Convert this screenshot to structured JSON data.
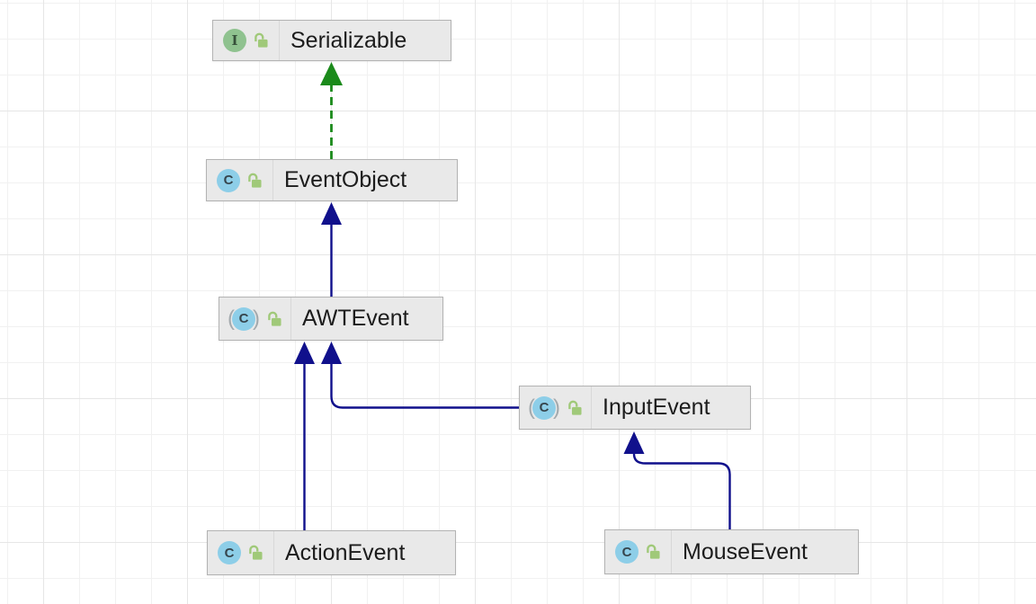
{
  "diagram": {
    "nodes": [
      {
        "id": "Serializable",
        "label": "Serializable",
        "kind": "interface",
        "type_icon": "interface-icon",
        "visibility_icon": "unlocked-icon"
      },
      {
        "id": "EventObject",
        "label": "EventObject",
        "kind": "class",
        "type_icon": "class-icon",
        "visibility_icon": "unlocked-icon"
      },
      {
        "id": "AWTEvent",
        "label": "AWTEvent",
        "kind": "abstract-class",
        "type_icon": "abstract-class-icon",
        "visibility_icon": "unlocked-icon"
      },
      {
        "id": "InputEvent",
        "label": "InputEvent",
        "kind": "abstract-class",
        "type_icon": "abstract-class-icon",
        "visibility_icon": "unlocked-icon"
      },
      {
        "id": "ActionEvent",
        "label": "ActionEvent",
        "kind": "class",
        "type_icon": "class-icon",
        "visibility_icon": "unlocked-icon"
      },
      {
        "id": "MouseEvent",
        "label": "MouseEvent",
        "kind": "class",
        "type_icon": "class-icon",
        "visibility_icon": "unlocked-icon"
      }
    ],
    "edges": [
      {
        "from": "EventObject",
        "to": "Serializable",
        "type": "implements",
        "style": "dashed-green-arrow"
      },
      {
        "from": "AWTEvent",
        "to": "EventObject",
        "type": "extends",
        "style": "solid-blue-arrow"
      },
      {
        "from": "ActionEvent",
        "to": "AWTEvent",
        "type": "extends",
        "style": "solid-blue-arrow"
      },
      {
        "from": "InputEvent",
        "to": "AWTEvent",
        "type": "extends",
        "style": "solid-blue-arrow"
      },
      {
        "from": "MouseEvent",
        "to": "InputEvent",
        "type": "extends",
        "style": "solid-blue-arrow"
      }
    ],
    "icon_letters": {
      "interface": "I",
      "class": "C",
      "paren_open": "(",
      "paren_close": ")"
    },
    "colors": {
      "extends_arrow": "#10108c",
      "implements_arrow": "#1b8a1b",
      "node_fill": "#e9e9e9",
      "node_border": "#b3b3b3",
      "class_icon_fill": "#8dcee8",
      "interface_icon_fill": "#8fc28f",
      "lock_icon_fill": "#a0c979",
      "label_text": "#1c1c1c"
    }
  }
}
